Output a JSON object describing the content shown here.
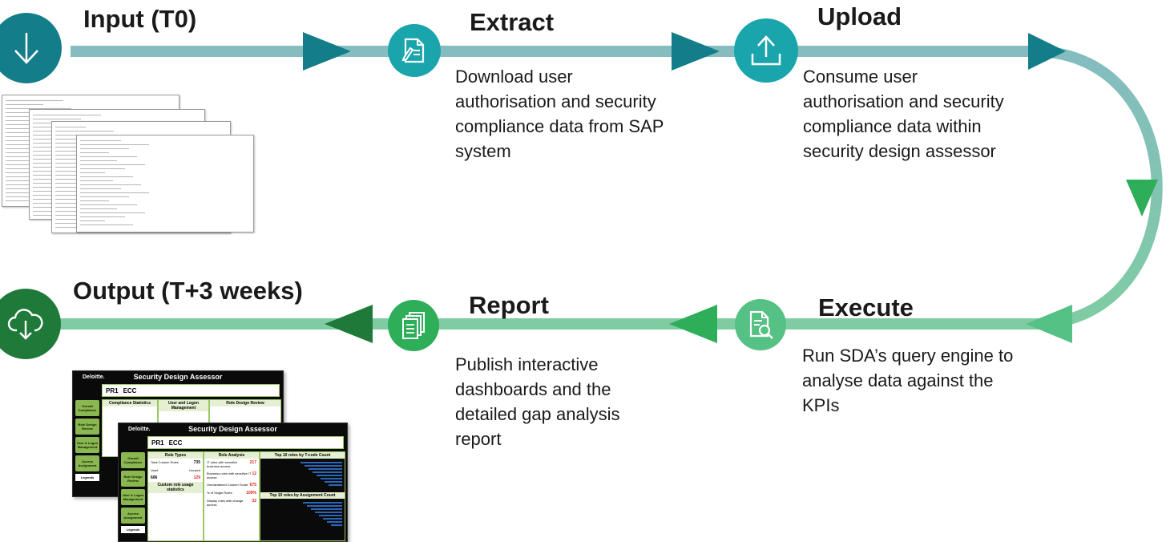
{
  "colors": {
    "teal_dark": "#137e8a",
    "teal_mid": "#1aa5ad",
    "teal_track": "#84bcc0",
    "green_track": "#7fcca3",
    "green_dark": "#1f7a3a",
    "green_mid": "#2fae5a",
    "green_light": "#55c184"
  },
  "steps": {
    "input": {
      "title": "Input (T0)",
      "icon": "download-arrow-icon"
    },
    "extract": {
      "title": "Extract",
      "description": "Download user authorisation and security compliance data from SAP system",
      "icon": "document-edit-icon"
    },
    "upload": {
      "title": "Upload",
      "description": "Consume user authorisation and security compliance data within security design assessor",
      "icon": "upload-arrow-icon"
    },
    "execute": {
      "title": "Execute",
      "description": "Run SDA’s query engine to analyse data against the KPIs",
      "icon": "document-search-icon"
    },
    "report": {
      "title": "Report",
      "description": "Publish interactive dashboards and the detailed gap analysis report",
      "icon": "document-stack-icon"
    },
    "output": {
      "title": "Output (T+3 weeks)",
      "icon": "cloud-download-icon"
    }
  },
  "dashboards": {
    "back": {
      "brand": "Deloitte.",
      "title": "Security Design Assessor",
      "system_id": "PR1",
      "system_type": "ECC",
      "nav": [
        "Overall Compliance",
        "Role Design Review",
        "User & Logon Management",
        "Access Assignment"
      ],
      "legend": "Legends",
      "panels": [
        "Compliance Statistics",
        "User and Logon Management",
        "Role Design Review"
      ]
    },
    "front": {
      "brand": "Deloitte.",
      "title": "Security Design Assessor",
      "system_id": "PR1",
      "system_type": "ECC",
      "nav": [
        "Overall Compliance",
        "Role Design Review",
        "User & Logon Management",
        "Access Assignment"
      ],
      "legend": "Legends",
      "role_types": "Role Types",
      "total_custom_roles_label": "Total Custom Roles",
      "total_custom_roles": "735",
      "used_label": "Used",
      "used": "606",
      "unused_label": "Unused",
      "unused": "129",
      "usage_stats": "Custom role usage statistics",
      "role_analysis": "Role Analysis",
      "role_analysis_rows": [
        {
          "label": "IT roles with sensitive business access",
          "value": "217"
        },
        {
          "label": "Business roles with sensitive IT access",
          "value": "12"
        },
        {
          "label": "Unmaintained Custom Tcode",
          "value": "675"
        },
        {
          "label": "% of Single Roles",
          "value": "100%"
        },
        {
          "label": "Display roles with change access",
          "value": "32"
        }
      ],
      "top_tcode": "Top 10 roles by T-code Count",
      "top_assignment": "Top 10 roles by Assignment Count"
    }
  }
}
